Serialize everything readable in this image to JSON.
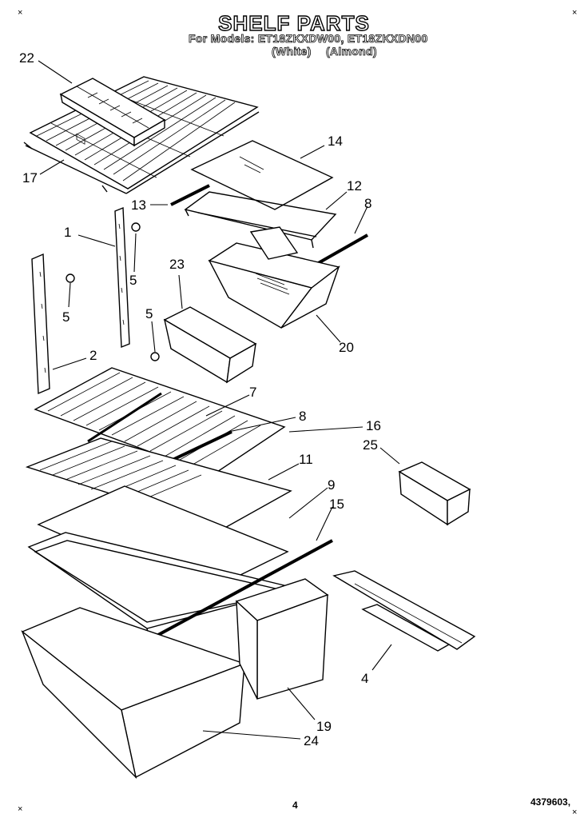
{
  "header": {
    "title": "SHELF PARTS",
    "models_line": "For Models: ET18ZKXDW00, ET18ZKXDN00",
    "color_white": "(White)",
    "color_almond": "(Almond)"
  },
  "callouts": [
    {
      "id": "22",
      "text": "22"
    },
    {
      "id": "17",
      "text": "17"
    },
    {
      "id": "14",
      "text": "14"
    },
    {
      "id": "13",
      "text": "13"
    },
    {
      "id": "12",
      "text": "12"
    },
    {
      "id": "8a",
      "text": "8"
    },
    {
      "id": "1",
      "text": "1"
    },
    {
      "id": "5a",
      "text": "5"
    },
    {
      "id": "5b",
      "text": "5"
    },
    {
      "id": "23",
      "text": "23"
    },
    {
      "id": "5c",
      "text": "5"
    },
    {
      "id": "20",
      "text": "20"
    },
    {
      "id": "2",
      "text": "2"
    },
    {
      "id": "7",
      "text": "7"
    },
    {
      "id": "8b",
      "text": "8"
    },
    {
      "id": "16",
      "text": "16"
    },
    {
      "id": "25",
      "text": "25"
    },
    {
      "id": "11",
      "text": "11"
    },
    {
      "id": "9",
      "text": "9"
    },
    {
      "id": "15",
      "text": "15"
    },
    {
      "id": "4",
      "text": "4"
    },
    {
      "id": "19",
      "text": "19"
    },
    {
      "id": "24",
      "text": "24"
    }
  ],
  "footer": {
    "page_number": "4",
    "doc_number": "4379603,"
  },
  "marks": {
    "corner_mark": "×"
  }
}
